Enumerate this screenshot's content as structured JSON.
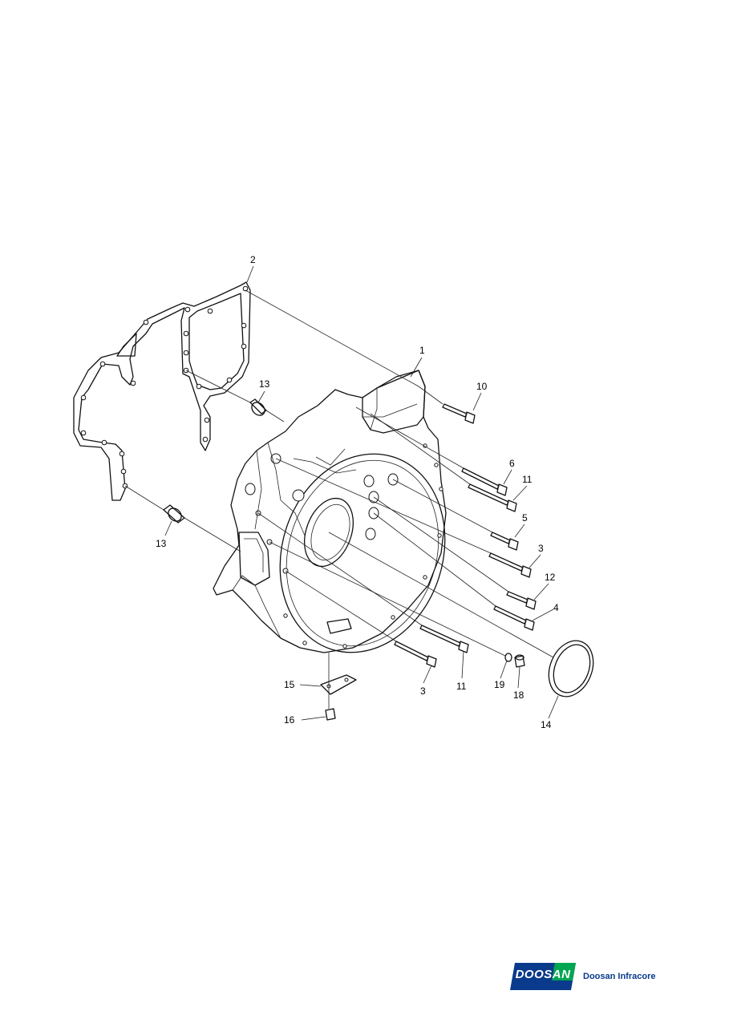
{
  "labels": {
    "l1": "1",
    "l2": "2",
    "l3a": "3",
    "l3b": "3",
    "l4": "4",
    "l5": "5",
    "l6": "6",
    "l10": "10",
    "l11a": "11",
    "l11b": "11",
    "l12": "12",
    "l13a": "13",
    "l13b": "13",
    "l14": "14",
    "l15": "15",
    "l16": "16",
    "l18": "18",
    "l19": "19"
  },
  "brand": {
    "logo_text": "DOOSAN",
    "company_name": "Doosan Infracore",
    "colors": {
      "blue": "#0a3a8c",
      "green": "#00a651",
      "white": "#ffffff"
    }
  }
}
